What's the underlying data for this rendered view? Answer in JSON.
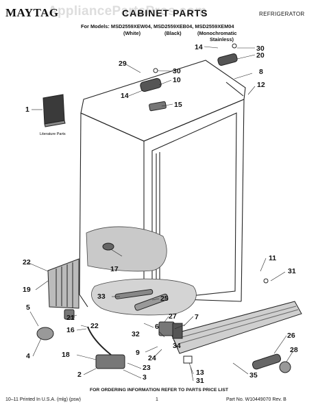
{
  "header": {
    "brand": "MAYTAG",
    "section_title": "CABINET PARTS",
    "category": "REFRIGERATOR",
    "models_line": "For Models: MSD2559XEW04, MSD2559XEB04, MSD2559XEM04",
    "color_white": "(White)",
    "color_black": "(Black)",
    "color_mono_1": "(Monochromatic",
    "color_mono_2": "Stainless)",
    "watermark": "AppliancePartsPros.com"
  },
  "diagram": {
    "literature_label": "Literature Parts",
    "callouts": {
      "c1": "1",
      "c2": "2",
      "c3": "3",
      "c4": "4",
      "c5": "5",
      "c6": "6",
      "c7": "7",
      "c8": "8",
      "c9": "9",
      "c10": "10",
      "c11": "11",
      "c12": "12",
      "c13": "13",
      "c14a": "14",
      "c14b": "14",
      "c15": "15",
      "c16": "16",
      "c17": "17",
      "c18": "18",
      "c19": "19",
      "c20": "20",
      "c21": "21",
      "c22a": "22",
      "c22b": "22",
      "c23": "23",
      "c24": "24",
      "c25": "25",
      "c26": "26",
      "c27": "27",
      "c28": "28",
      "c29": "29",
      "c30a": "30",
      "c30b": "30",
      "c31a": "31",
      "c31b": "31",
      "c32": "32",
      "c33": "33",
      "c34": "34",
      "c35": "35"
    }
  },
  "footer": {
    "ordering": "FOR ORDERING INFORMATION REFER TO PARTS PRICE LIST",
    "printed": "10–11 Printed In U.S.A. (mlg) (psw)",
    "page": "1",
    "part_no": "Part No. W10449070 Rev. B"
  }
}
